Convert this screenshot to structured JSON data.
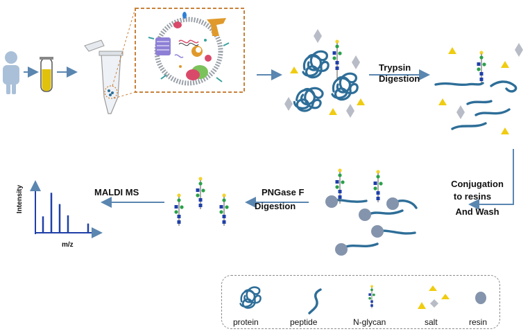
{
  "steps": {
    "trypsin": [
      "Trypsin",
      "Digestion"
    ],
    "conjugation": [
      "Conjugation",
      "to resins",
      "And Wash"
    ],
    "pngase": [
      "PNGase F",
      "Digestion"
    ],
    "maldi": "MALDI MS"
  },
  "spectrum": {
    "ylabel": "Intensity",
    "xlabel": "m/z",
    "peaks": [
      0.32,
      0.78,
      0.56,
      0.34,
      0.18
    ]
  },
  "legend": {
    "protein": "protein",
    "peptide": "peptide",
    "nglycan": "N-glycan",
    "salt": "salt",
    "resin": "resin"
  },
  "colors": {
    "protein": "#2e6e98",
    "glycan_square": "#1f3fa8",
    "glycan_circle": "#2aa04a",
    "glycan_top": "#f2d22e",
    "salt_triangle": "#f0cc10",
    "salt_diamond": "#b8bcc6",
    "resin": "#8494ac",
    "arrow": "#5a86b0",
    "inset_border": "#c8813a"
  }
}
